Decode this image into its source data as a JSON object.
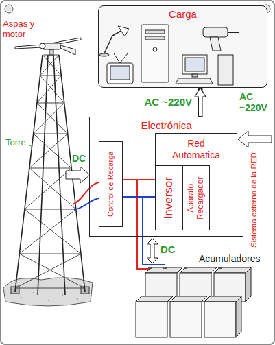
{
  "diagram": {
    "nodes": [
      {
        "text": [
          "Carga"
        ]
      },
      {
        "text": [
          "Electrónica"
        ]
      },
      {
        "text": [
          "Control de Recarga"
        ],
        "in": 1
      },
      {
        "text": [
          "Red Automatica"
        ],
        "in": 1
      },
      {
        "text": [
          "Inversor"
        ],
        "in": 1
      },
      {
        "text": [
          "Aparato Recargador"
        ],
        "in": 1
      }
    ],
    "edges": [
      {
        "from": 1,
        "to": 0,
        "arrow": "to",
        "label": "AC ~220V"
      }
    ],
    "labels": [
      "Aspas y motor",
      "Torre",
      "DC",
      "AC ~220V",
      "Sistema externo de la RED",
      "DC",
      "Acumuladores"
    ]
  }
}
